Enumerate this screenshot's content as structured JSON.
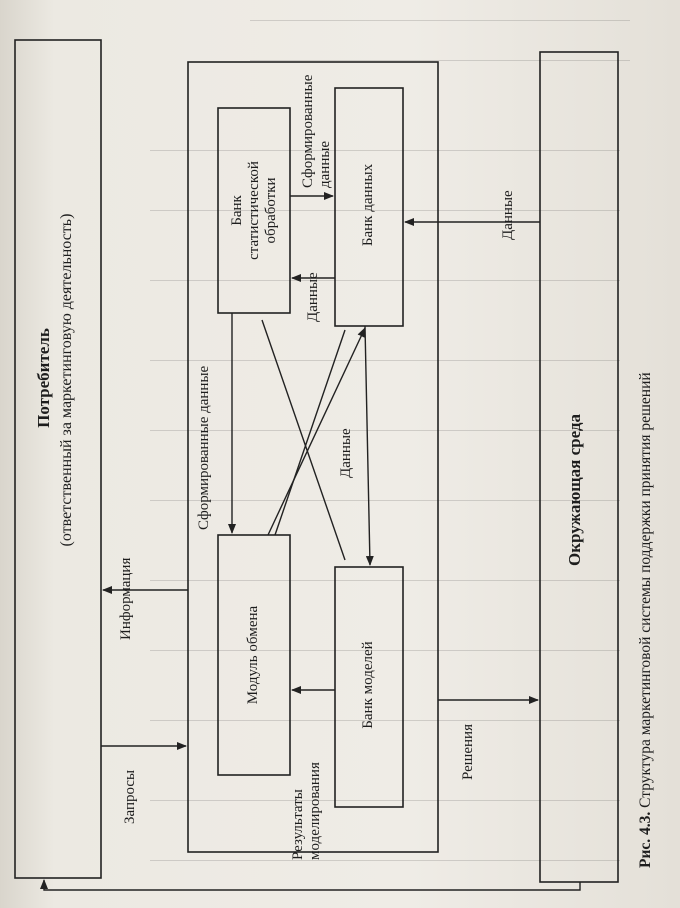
{
  "consumer": {
    "title": "Потребитель",
    "subtitle": "(ответственный за маркетинговую деятельность)"
  },
  "environment": {
    "title": "Окружающая среда"
  },
  "blocks": {
    "stat_bank": [
      "Банк",
      "статистической",
      "обработки"
    ],
    "data_bank": "Банк данных",
    "exchange_module": "Модуль обмена",
    "model_bank": "Банк моделей"
  },
  "labels": {
    "requests": "Запросы",
    "information": "Информация",
    "formed_data_top": [
      "Сформированные",
      "данные"
    ],
    "data_1": "Данные",
    "formed_data_left": "Сформированные данные",
    "data_2": "Данные",
    "modeling_results": [
      "Результаты",
      "моделирования"
    ],
    "solutions": "Решения",
    "data_env": "Данные"
  },
  "caption": {
    "prefix": "Рис. 4.3.",
    "text": "Структура маркетинговой системы поддержки принятия решений"
  }
}
